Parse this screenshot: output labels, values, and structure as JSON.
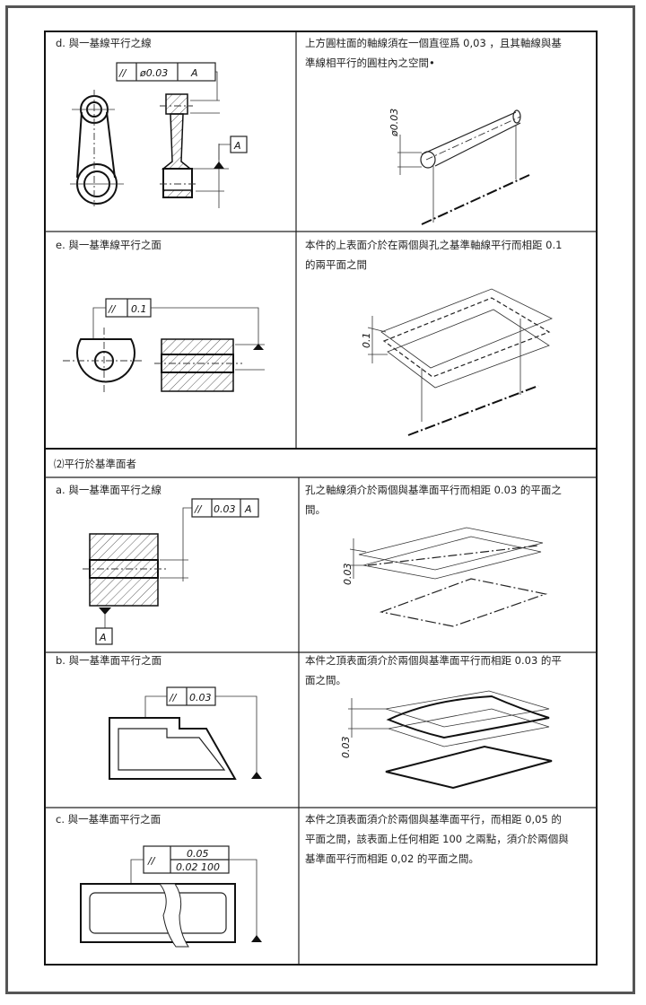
{
  "section_heading": "⑵平行於基準面者",
  "rows": [
    {
      "label": "d. 與一基線平行之線",
      "desc": [
        "上方圓柱面的軸線須在一個直徑爲 0,03 ，且其軸線與基",
        "準線相平行的圓柱內之空間•"
      ],
      "frame": [
        "//",
        "ø0.03",
        "A"
      ],
      "datum": "A",
      "tol_label": "ø0.03"
    },
    {
      "label": "e. 與一基準線平行之面",
      "desc": [
        "本件的上表面介於在兩個與孔之基準軸線平行而相距 0.1",
        "的兩平面之間"
      ],
      "frame": [
        "//",
        "0.1"
      ],
      "tol_label": "0.1"
    },
    {
      "label": "a. 與一基準面平行之線",
      "desc": [
        "孔之軸線須介於兩個與基準面平行而相距 0.03 的平面之",
        "間。"
      ],
      "frame": [
        "//",
        "0.03",
        "A"
      ],
      "datum": "A",
      "tol_label": "0.03"
    },
    {
      "label": "b. 與一基準面平行之面",
      "desc": [
        "本件之頂表面須介於兩個與基準面平行而相距 0.03 的平",
        "面之間。"
      ],
      "frame": [
        "//",
        "0.03"
      ],
      "tol_label": "0.03"
    },
    {
      "label": "c. 與一基準面平行之面",
      "desc": [
        "本件之頂表面須介於兩個與基準面平行，而相距 0,05 的",
        "平面之間，該表面上任何相距 100 之兩點，須介於兩個與",
        "基準面平行而相距 0,02 的平面之間。"
      ],
      "frame": [
        "//",
        "0.05",
        "0.02  100"
      ]
    }
  ]
}
